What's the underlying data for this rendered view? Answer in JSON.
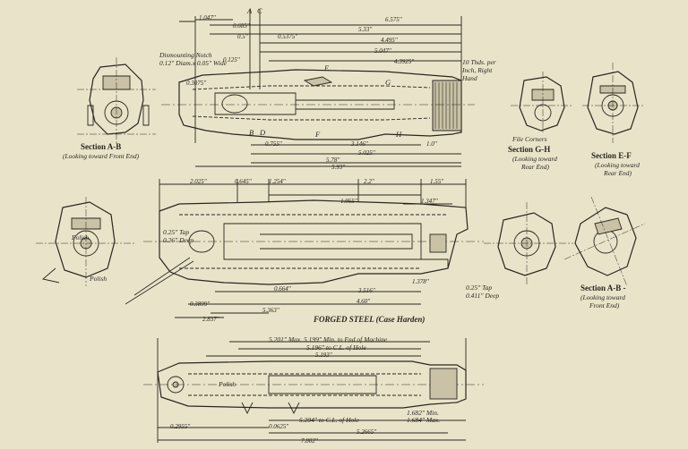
{
  "sections": [
    {
      "title": "Section A-B",
      "subtitle": "(Looking toward Front End)"
    },
    {
      "title": "Section G-H",
      "subtitle_1": "(Looking toward",
      "subtitle_2": "Rear End)"
    },
    {
      "title": "Section E-F",
      "subtitle_1": "(Looking toward",
      "subtitle_2": "Rear End)"
    },
    {
      "title": "Section A-B -",
      "subtitle_1": "(Looking toward",
      "subtitle_2": "Front End)"
    }
  ],
  "notes": {
    "dismounting": "Dismounting Notch",
    "dismounting_2": "0.12\" Diam.x 0.05\" Wide",
    "threads": "10 Thds. per",
    "threads_2": "Inch, Right",
    "threads_3": "Hand",
    "file_corners": "File Corners",
    "forged_steel": "FORGED STEEL (Case Harden)",
    "polish_1": "Polish",
    "polish_2": "Polish",
    "polish_3": "Polish",
    "tap_1": "0.25\" Tap",
    "tap_1b": "0.26\" Deep",
    "tap_2": "0.25\" Tap",
    "tap_2b": "0.411\" Deep",
    "max_min": "5.201\" Max. 5.199\" Min. to End of Machine",
    "to_cl_hole_1": "5.196\" to C.L. of Hole",
    "to_cl_hole_2": "5.204\" to C.L. of Hole",
    "min_max_1": "1.682\" Min.",
    "min_max_2": "1.684\" Max."
  },
  "top_view_dims": {
    "d1047": "1.047\"",
    "d6575": "6.575\"",
    "d533": "5.33\"",
    "d4495": "4.495\"",
    "d5047": "5.047\"",
    "d43925": "4.3925\"",
    "d3146": "3.146\"",
    "d5025": "5.025\"",
    "d578": "5.78\"",
    "d593": "5.93\"",
    "d0755": "0.755\"",
    "d0685": "0.685\"",
    "d0537": "0.5375\"",
    "d05": "0.5\"",
    "d0125": "0.125\"",
    "d03075": "0.3075\"",
    "d01": "1.0\""
  },
  "middle_view_dims": {
    "d2025": "2.025\"",
    "d0645": "0.645\"",
    "d1254": "1.254\"",
    "d22": "2.2\"",
    "d155": "1.55\"",
    "d1955": "1.955\"",
    "d1347": "1.347\"",
    "d3516": "3.516\"",
    "d460": "4.60\"",
    "d5363": "5.363\"",
    "d2837": "2.837\"",
    "d03899": "0.3899\"",
    "d0664": "0.664\"",
    "d1378": "1.378\""
  },
  "bottom_view_dims": {
    "d5193": "5.193\"",
    "d7802": "7.802\"",
    "d02955": "0.2955\"",
    "d52665": "5.2665\"",
    "d00625": "0.0625\""
  },
  "letters": {
    "A": "A",
    "B": "B",
    "C": "C",
    "D": "D",
    "E": "E",
    "F": "F",
    "G": "G",
    "H": "H"
  }
}
